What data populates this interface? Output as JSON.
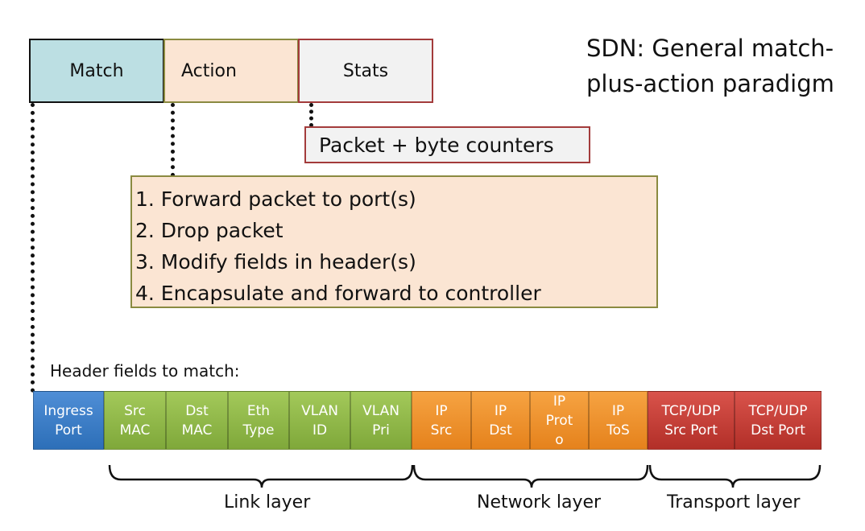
{
  "title": "SDN: General match-plus-action paradigm",
  "table_header": {
    "match": "Match",
    "action": "Action",
    "stats": "Stats"
  },
  "stats_detail": "Packet + byte counters",
  "actions": [
    "1.  Forward packet to port(s)",
    "2.  Drop packet",
    "3.  Modify fields in header(s)",
    "4.  Encapsulate and forward to controller"
  ],
  "header_fields_label": "Header fields to match:",
  "fields": [
    {
      "label": "Ingress\nPort",
      "group": "blue"
    },
    {
      "label": "Src\nMAC",
      "group": "green"
    },
    {
      "label": "Dst\nMAC",
      "group": "green"
    },
    {
      "label": "Eth\nType",
      "group": "green"
    },
    {
      "label": "VLAN\nID",
      "group": "green"
    },
    {
      "label": "VLAN\nPri",
      "group": "green"
    },
    {
      "label": "IP\nSrc",
      "group": "orange"
    },
    {
      "label": "IP\nDst",
      "group": "orange"
    },
    {
      "label": "IP\nProt\no",
      "group": "orange"
    },
    {
      "label": "IP\nToS",
      "group": "orange"
    },
    {
      "label": "TCP/UDP\nSrc Port",
      "group": "red"
    },
    {
      "label": "TCP/UDP\nDst Port",
      "group": "red"
    }
  ],
  "layers": {
    "link": "Link layer",
    "network": "Network layer",
    "transport": "Transport layer"
  },
  "colors": {
    "match_fill": "#bcdfe3",
    "action_fill": "#fbe5d3",
    "stats_fill": "#f2f2f2",
    "blue": "#3f7fc7",
    "green": "#8db84a",
    "orange": "#ee922c",
    "red": "#c3413a"
  }
}
